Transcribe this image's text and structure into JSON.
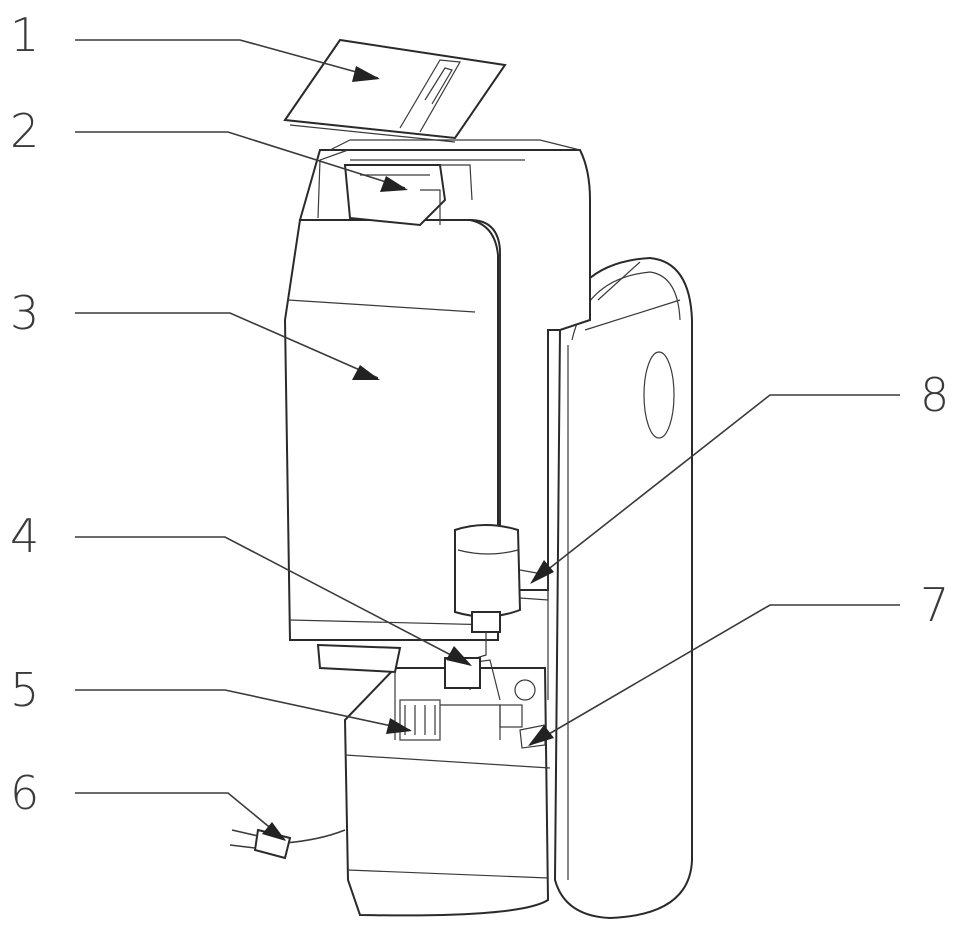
{
  "labels": [
    {
      "id": "1",
      "text": "1"
    },
    {
      "id": "2",
      "text": "2"
    },
    {
      "id": "3",
      "text": "3"
    },
    {
      "id": "4",
      "text": "4"
    },
    {
      "id": "5",
      "text": "5"
    },
    {
      "id": "6",
      "text": "6"
    },
    {
      "id": "7",
      "text": "7"
    },
    {
      "id": "8",
      "text": "8"
    }
  ],
  "colors": {
    "line": "#2a2a2a",
    "background": "#ffffff"
  }
}
